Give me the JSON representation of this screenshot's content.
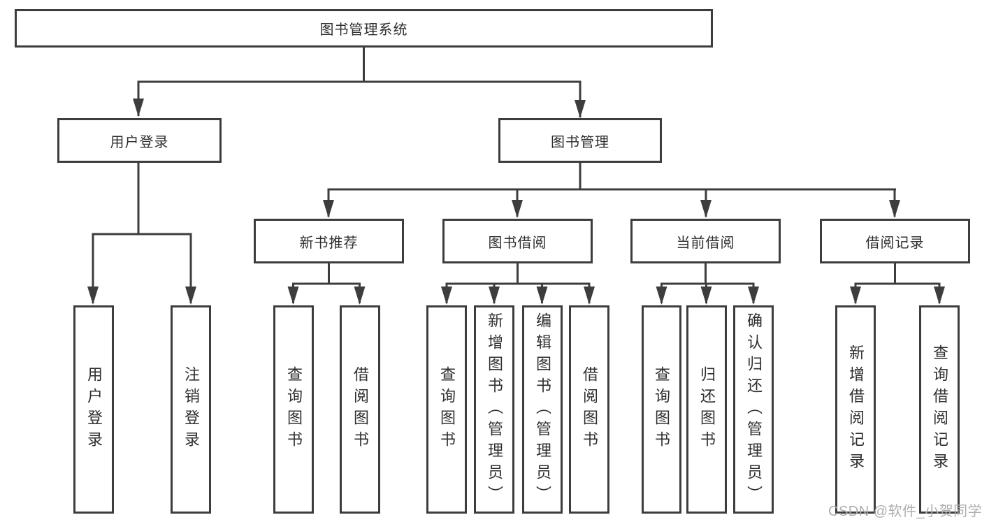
{
  "diagram": {
    "type": "hierarchy-tree",
    "colors": {
      "line": "#3d3d3d",
      "box_border": "#3d3d3d",
      "box_fill": "#ffffff",
      "text": "#2f2f2f",
      "watermark": "#aeaeae",
      "background": "#ffffff"
    }
  },
  "tree": {
    "root": {
      "label": "图书管理系统",
      "children": [
        {
          "label": "用户登录",
          "children": [
            {
              "label": "用户登录"
            },
            {
              "label": "注销登录"
            }
          ]
        },
        {
          "label": "图书管理",
          "children": [
            {
              "label": "新书推荐",
              "children": [
                {
                  "label": "查询图书"
                },
                {
                  "label": "借阅图书"
                }
              ]
            },
            {
              "label": "图书借阅",
              "children": [
                {
                  "label": "查询图书"
                },
                {
                  "label": "新增图书（管理员）"
                },
                {
                  "label": "编辑图书（管理员）"
                },
                {
                  "label": "借阅图书"
                }
              ]
            },
            {
              "label": "当前借阅",
              "children": [
                {
                  "label": "查询图书"
                },
                {
                  "label": "归还图书"
                },
                {
                  "label": "确认归还（管理员）"
                }
              ]
            },
            {
              "label": "借阅记录",
              "children": [
                {
                  "label": "新增借阅记录"
                },
                {
                  "label": "查询借阅记录"
                }
              ]
            }
          ]
        }
      ]
    }
  },
  "watermark": {
    "text": "CSDN @软件_小贺同学"
  }
}
